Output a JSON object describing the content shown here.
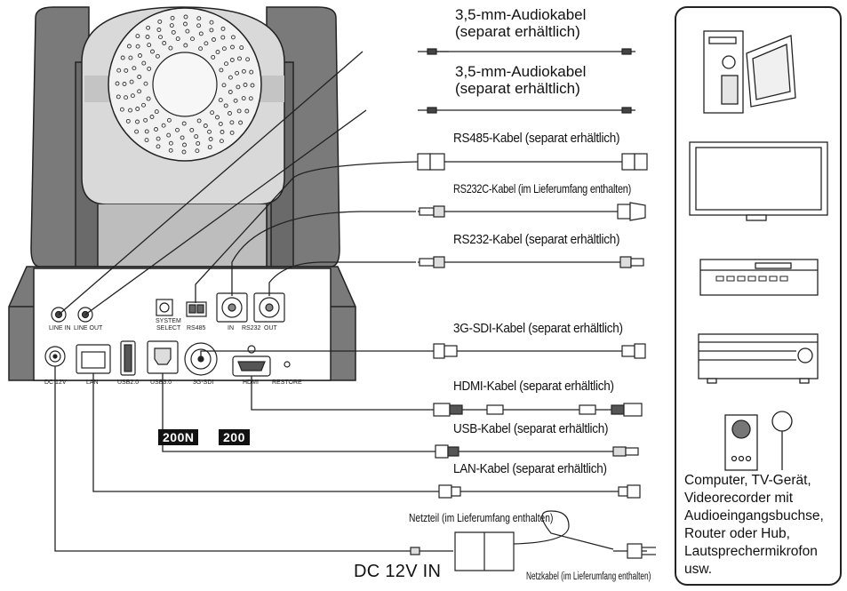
{
  "cables": {
    "audio_in": "3,5-mm-Audiokabel (separat erhältlich)",
    "audio_out": "3,5-mm-Audiokabel (separat erhältlich)",
    "rs485": "RS485-Kabel (separat erhältlich)",
    "rs232c": "RS232C-Kabel (im Lieferumfang enthalten)",
    "rs232": "RS232-Kabel (separat erhältlich)",
    "sdi": "3G-SDI-Kabel (separat erhältlich)",
    "hdmi": "HDMI-Kabel (separat erhältlich)",
    "usb": "USB-Kabel (separat erhältlich)",
    "lan": "LAN-Kabel (separat erhältlich)",
    "psu": "Netzteil (im Lieferumfang enthalten)",
    "power_cord": "Netzkabel (im Lieferumfang enthalten)"
  },
  "audio_lines": {
    "l1": "3,5-mm-Audiokabel",
    "l2": "(separat erhältlich)"
  },
  "ports": {
    "line_in": "LINE IN",
    "line_out": "LINE OUT",
    "system_select_1": "SYSTEM",
    "system_select_2": "SELECT",
    "rs485": "RS485",
    "in": "IN",
    "rs232": "RS232",
    "out": "OUT",
    "dc12v": "DC 12V",
    "lan": "LAN",
    "usb20": "USB2.0",
    "usb30": "USB3.0",
    "sdi": "3G-SDI",
    "hdmi": "HDMI",
    "restore": "RESTORE"
  },
  "model_tags": [
    "200N",
    "200"
  ],
  "dc_in": "DC 12V IN",
  "devices": {
    "l1": "Computer, TV-Gerät,",
    "l2": "Videorecorder mit",
    "l3": "Audioeingangsbuchse,",
    "l4": "Router oder Hub,",
    "l5": "Lautsprechermikrofon",
    "l6": "usw."
  }
}
